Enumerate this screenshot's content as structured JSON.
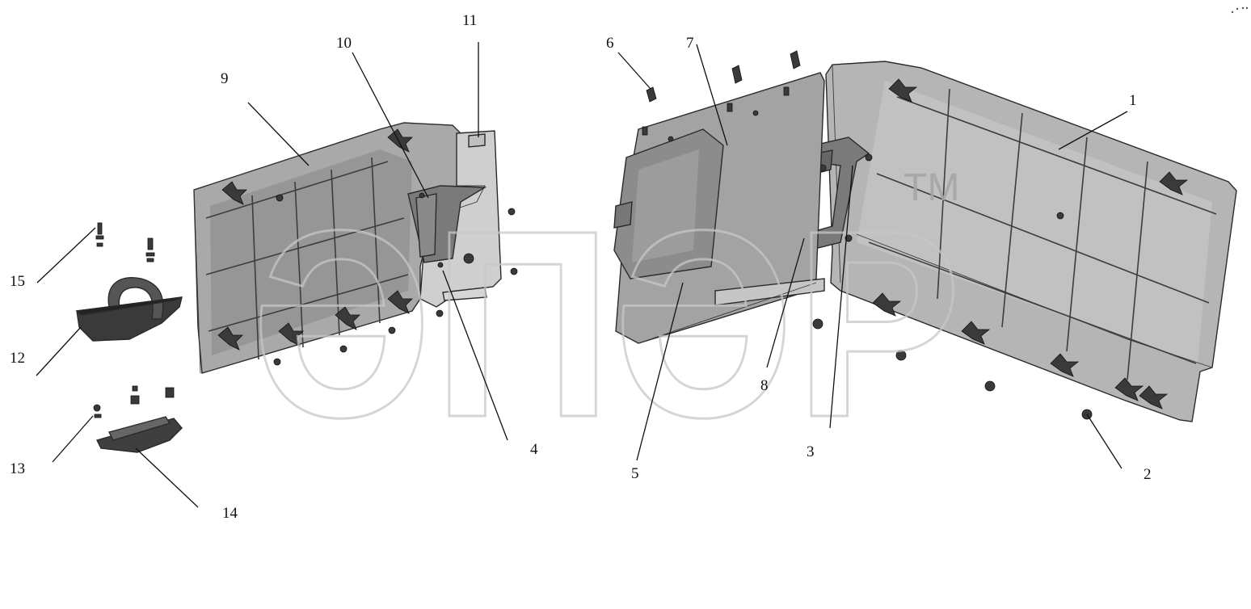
{
  "callouts": [
    "1",
    "2",
    "3",
    "4",
    "5",
    "6",
    "7",
    "8",
    "9",
    "10",
    "11",
    "12",
    "13",
    "14",
    "15"
  ],
  "watermark": {
    "text": "ƏПƏP",
    "trademark": "TM"
  },
  "colors": {
    "panel_face": "#a9a9a9",
    "panel_shadow": "#8c8c8c",
    "panel_light": "#c9c9c9",
    "bracket": "#7a7a7a",
    "line": "#2a2a2a"
  }
}
